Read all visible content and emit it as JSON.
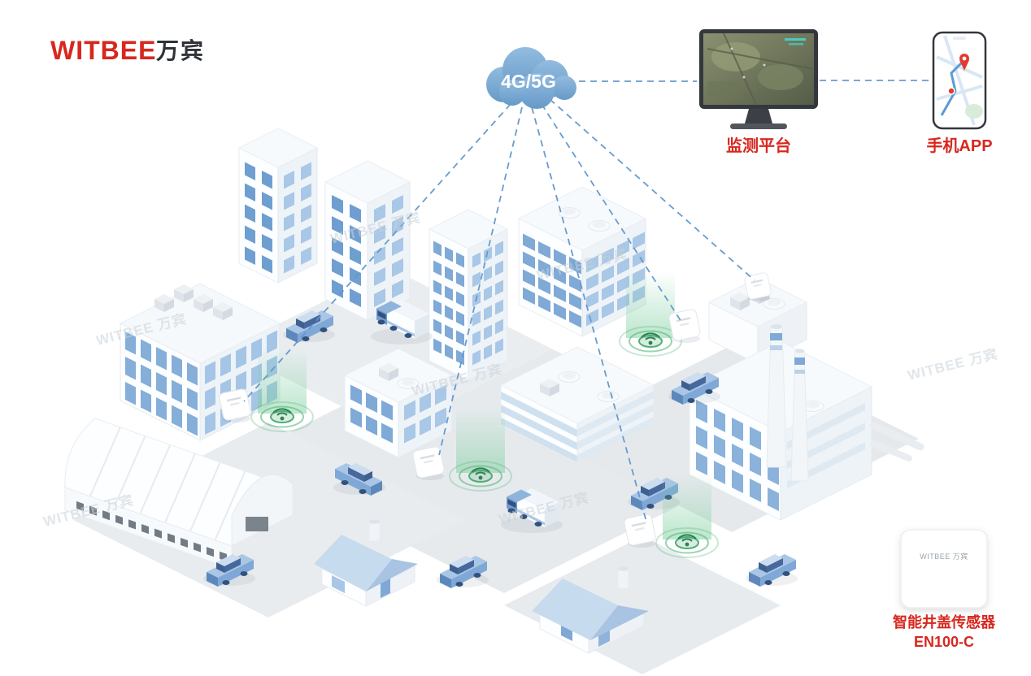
{
  "brand": {
    "logo_primary": "WITBEE",
    "logo_secondary": "万宾"
  },
  "cloud": {
    "label": "4G/5G"
  },
  "endpoints": {
    "monitor_label": "监测平台",
    "phone_label": "手机APP"
  },
  "product": {
    "device_text": "WITBEE 万宾",
    "label_line1": "智能井盖传感器",
    "label_line2": "EN100-C"
  },
  "watermark": {
    "text": "WITBEE 万宾"
  },
  "colors": {
    "accent_red": "#d7281f",
    "connector_blue": "#5f97cc",
    "sensor_green": "#57b87b",
    "cloud_blue": "#79a8d2",
    "window_blue": "#7fa9d6"
  }
}
